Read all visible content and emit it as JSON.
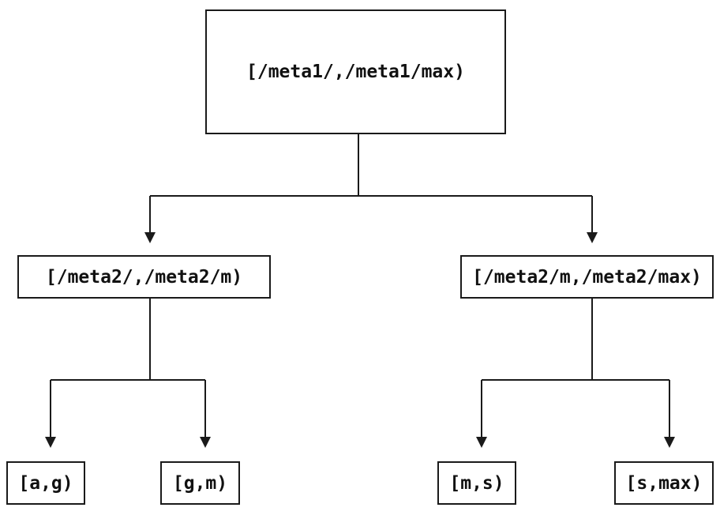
{
  "diagram": {
    "type": "tree",
    "nodes": {
      "root": {
        "label": "[/meta1/,/meta1/max)"
      },
      "left_child": {
        "label": "[/meta2/,/meta2/m)"
      },
      "right_child": {
        "label": "[/meta2/m,/meta2/max)"
      },
      "leaf_ag": {
        "label": "[a,g)"
      },
      "leaf_gm": {
        "label": "[g,m)"
      },
      "leaf_ms": {
        "label": "[m,s)"
      },
      "leaf_smax": {
        "label": "[s,max)"
      }
    },
    "edges": [
      {
        "from": "root",
        "to": "left_child"
      },
      {
        "from": "root",
        "to": "right_child"
      },
      {
        "from": "left_child",
        "to": "leaf_ag"
      },
      {
        "from": "left_child",
        "to": "leaf_gm"
      },
      {
        "from": "right_child",
        "to": "leaf_ms"
      },
      {
        "from": "right_child",
        "to": "leaf_smax"
      }
    ],
    "colors": {
      "line": "#1a1a1a",
      "box_border": "#1a1a1a",
      "text": "#111111",
      "background": "#ffffff"
    }
  }
}
